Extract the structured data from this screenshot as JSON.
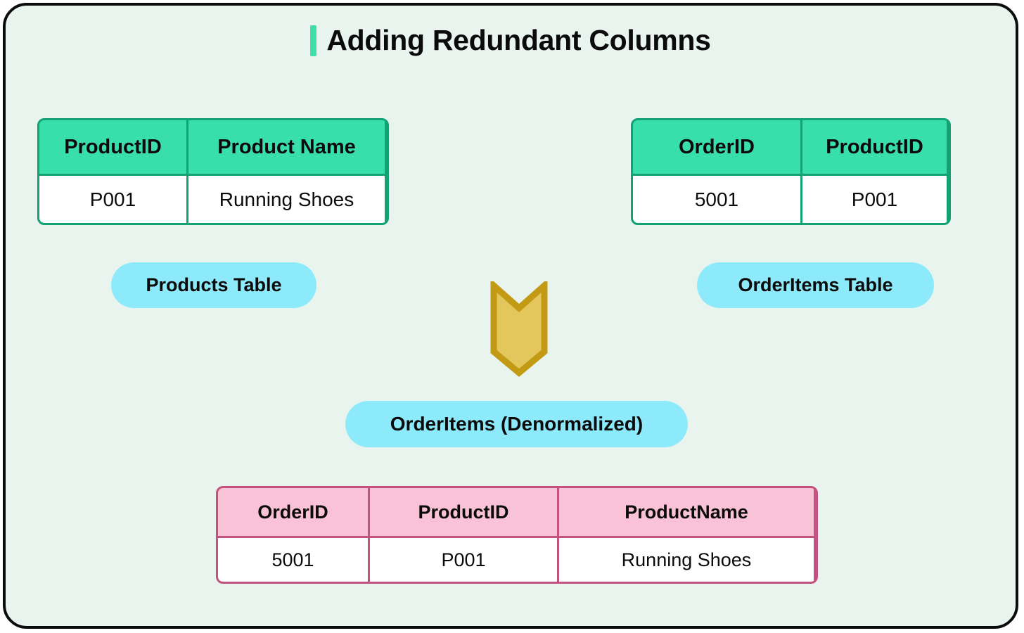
{
  "page": {
    "title": "Adding Redundant Columns",
    "background": "#e9f4ef",
    "accent_green": "#3ddfab",
    "accent_pink": "#f9c2d6",
    "accent_cyan": "#8ceafa",
    "arrow_fill": "#e3c75c",
    "arrow_stroke": "#c29a14"
  },
  "products_table": {
    "label": "Products Table",
    "headers": [
      "ProductID",
      "Product Name"
    ],
    "rows": [
      [
        "P001",
        "Running Shoes"
      ]
    ]
  },
  "orderitems_table": {
    "label": "OrderItems Table",
    "headers": [
      "OrderID",
      "ProductID"
    ],
    "rows": [
      [
        "5001",
        "P001"
      ]
    ]
  },
  "denormalized_table": {
    "label": "OrderItems (Denormalized)",
    "headers": [
      "OrderID",
      "ProductID",
      "ProductName"
    ],
    "rows": [
      [
        "5001",
        "P001",
        "Running Shoes"
      ]
    ]
  },
  "arrow": {
    "name": "downward-merge-arrow"
  }
}
